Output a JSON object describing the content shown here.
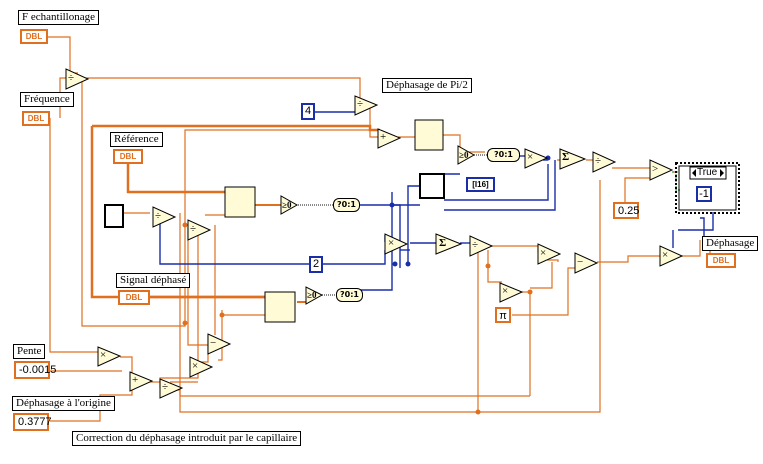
{
  "labels": {
    "f_ech": "F echantillonage",
    "frequence": "Fréquence",
    "dephasage_pi2": "Déphasage de Pi/2",
    "reference": "Référence",
    "signal_dephase": "Signal déphasé",
    "pente": "Pente",
    "dephasage_origine": "Déphasage à l'origine",
    "correction": "Correction du déphasage introduit par le capillaire",
    "dephasage_out": "Déphasage"
  },
  "terminals": {
    "dbl": "DBL",
    "i16": "[I16]"
  },
  "values": {
    "const_4": "4",
    "const_2": "2",
    "const_025": "0.25",
    "const_neg1": "-1",
    "case_selector": "True",
    "pente": "-0.0015",
    "dephasage_origine": "0.3777",
    "pi": "π"
  },
  "ops": {
    "divide": "÷",
    "multiply": "×",
    "plus": "+",
    "minus": "−",
    "sum": "Σ",
    "greater": ">",
    "gt0": "≥0",
    "select": "?0:1"
  },
  "colors": {
    "orange_wire": "#e07020",
    "blue_wire": "#1a2ea8",
    "node_fill": "#fffbd6",
    "green_wire": "#3c9a3c"
  }
}
